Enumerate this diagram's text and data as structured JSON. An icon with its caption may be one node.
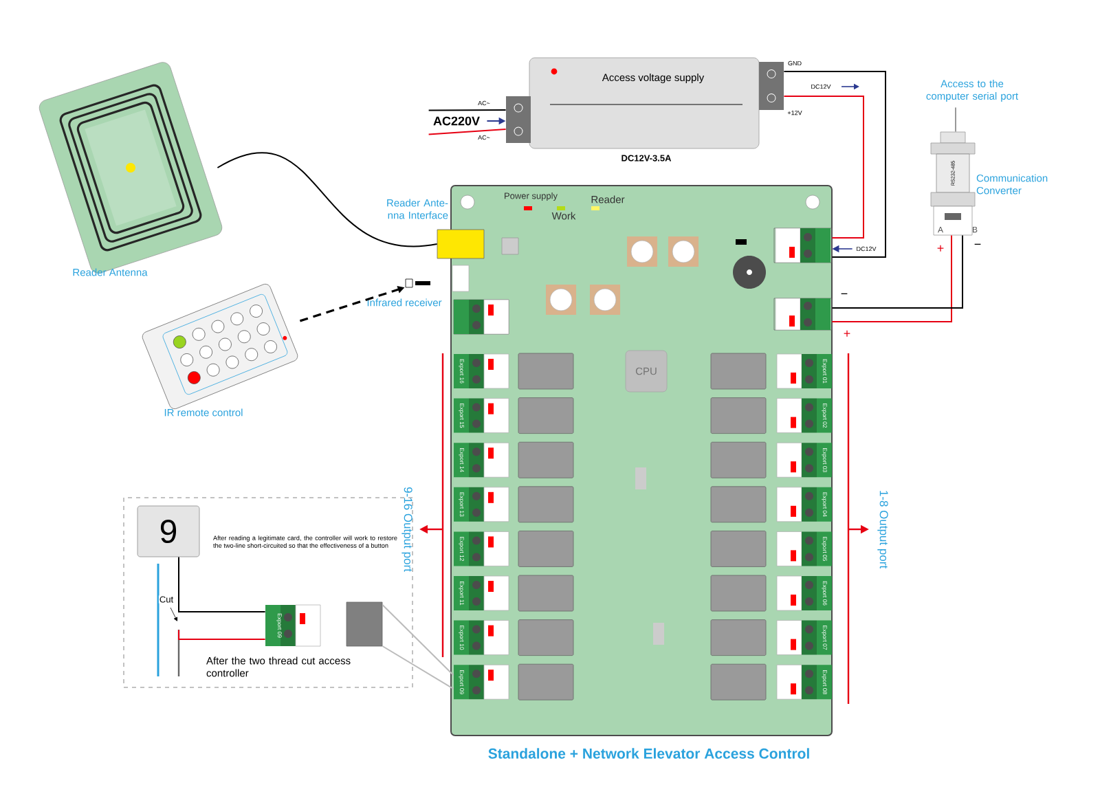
{
  "diagram": {
    "title": "Standalone + Network Elevator Access Control",
    "nodes": [
      {
        "text": [],
        "shape": "picture",
        "beside": [
          "Reader Antenna"
        ]
      },
      {
        "text": [
          "Access voltage supply"
        ],
        "beside": [
          "DC12V-3.5A"
        ]
      },
      {
        "text": [
          "Access to the computer serial port"
        ]
      },
      {
        "text": [
          "RS232-485"
        ],
        "beside": [
          "Communication Converter"
        ]
      },
      {
        "text": [
          "Power supply",
          "Work",
          "Reader"
        ]
      },
      {
        "text": [],
        "shape": "box",
        "in": 4,
        "beside": [
          "Reader Ante- nna Interface"
        ]
      },
      {
        "text": [],
        "shape": "picture",
        "beside": [
          "Infrared receiver"
        ]
      },
      {
        "text": [],
        "shape": "box",
        "in": 4
      },
      {
        "text": [],
        "shape": "box",
        "in": 4
      },
      {
        "text": [
          "CPU"
        ],
        "in": 4
      },
      {
        "text": [
          "Export 16"
        ],
        "in": 4
      },
      {
        "text": [
          "Export 15"
        ],
        "in": 4
      },
      {
        "text": [
          "Export 14"
        ],
        "in": 4
      },
      {
        "text": [
          "Export 13"
        ],
        "in": 4
      },
      {
        "text": [
          "Export 12"
        ],
        "in": 4
      },
      {
        "text": [
          "Export 11"
        ],
        "in": 4
      },
      {
        "text": [
          "Export 10"
        ],
        "in": 4
      },
      {
        "text": [
          "Export 09"
        ],
        "in": 4
      },
      {
        "text": [
          "Export 01"
        ],
        "in": 4
      },
      {
        "text": [
          "Export 02"
        ],
        "in": 4
      },
      {
        "text": [
          "Export 03"
        ],
        "in": 4
      },
      {
        "text": [
          "Export 04"
        ],
        "in": 4
      },
      {
        "text": [
          "Export 05"
        ],
        "in": 4
      },
      {
        "text": [
          "Export 06"
        ],
        "in": 4
      },
      {
        "text": [
          "Export 07"
        ],
        "in": 4
      },
      {
        "text": [
          "Export 08"
        ],
        "in": 4
      },
      {
        "text": [],
        "shape": "picture",
        "beside": [
          "IR remote control"
        ]
      },
      {
        "text": [],
        "shape": "box"
      },
      {
        "text": [
          "9"
        ],
        "in": 27
      },
      {
        "text": [
          "Export 09"
        ],
        "in": 27
      },
      {
        "text": [
          "AC220V"
        ]
      },
      {
        "text": [],
        "shape": "box",
        "in": 27
      },
      {
        "text": [],
        "shape": "bar",
        "beside": [
          "9-16 Output port"
        ]
      },
      {
        "text": [],
        "shape": "bar",
        "beside": [
          "1-8 Output port"
        ]
      },
      {
        "text": [],
        "shape": "box",
        "in": 4
      },
      {
        "text": [
          "DC12V"
        ]
      }
    ],
    "edges": [
      {
        "from": 0,
        "to": 5,
        "arrow": "none"
      },
      {
        "from": 26,
        "to": 6,
        "arrow": "to",
        "style": "dashed"
      },
      {
        "from": 1,
        "to": 7,
        "arrow": "none",
        "color": "#e60012"
      },
      {
        "from": 1,
        "to": 7,
        "arrow": "none"
      },
      {
        "from": 3,
        "to": 8,
        "arrow": "none",
        "color": "#e60012"
      },
      {
        "from": 3,
        "to": 8,
        "arrow": "none"
      },
      {
        "from": 2,
        "to": 3,
        "arrow": "none",
        "color": "#999999"
      },
      {
        "from": 30,
        "to": 1,
        "arrow": "none"
      },
      {
        "from": 30,
        "to": 1,
        "arrow": "none",
        "color": "#e60012"
      },
      {
        "from": 31,
        "to": 17,
        "arrow": "none",
        "color": "#bbbbbb"
      },
      {
        "from": 31,
        "to": 17,
        "arrow": "none",
        "color": "#bbbbbb"
      },
      {
        "from": 28,
        "to": 29,
        "arrow": "none"
      },
      {
        "from": 28,
        "to": 29,
        "arrow": "none",
        "color": "#e60012"
      },
      {
        "from": 30,
        "to": 1,
        "arrow": "to",
        "color": "#2b3990"
      },
      {
        "from": 35,
        "to": 7,
        "arrow": "to",
        "color": "#2b3990"
      }
    ],
    "labels": [
      "AC~",
      "AC~",
      "GND",
      "DC12V",
      "+12V",
      "A",
      "B",
      "+",
      "−",
      "−",
      "+",
      "After reading a legitimate card, the controller will work to restore the two-line short-circuited so that the effectiveness of a button",
      "Cut",
      "After the two thread cut access controller"
    ]
  }
}
